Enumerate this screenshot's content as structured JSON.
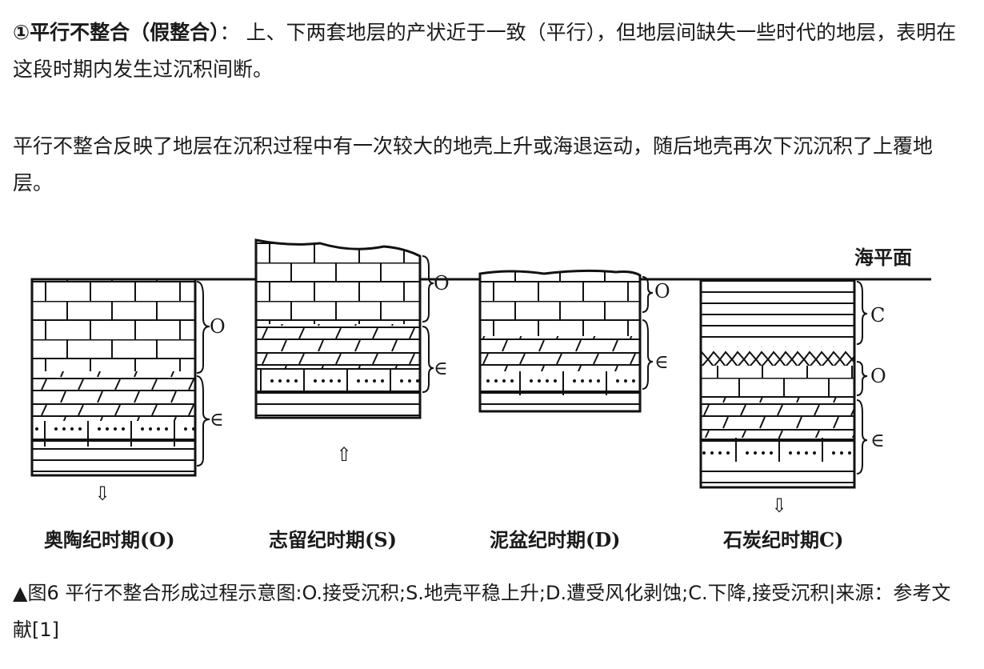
{
  "text": {
    "p1_heading": "①平行不整合（假整合）",
    "p1_body": "：  上、下两套地层的产状近于一致（平行），但地层间缺失一些时代的地层，表明在这段时期内发生过沉积间断。",
    "p2": "平行不整合反映了地层在沉积过程中有一次较大的地壳上升或海退运动，随后地壳再次下沉沉积了上覆地层。"
  },
  "figure": {
    "sea_level_label": "海平面",
    "panels": [
      {
        "label": "奥陶纪时期(O)",
        "layers": [
          "O",
          "∈"
        ],
        "arrow": "⇩"
      },
      {
        "label": "志留纪时期(S)",
        "layers": [
          "O",
          "∈"
        ],
        "arrow": "⇧"
      },
      {
        "label": "泥盆纪时期(D)",
        "layers": [
          "O",
          "∈"
        ],
        "arrow": ""
      },
      {
        "label": "石炭纪时期C)",
        "layers": [
          "C",
          "O",
          "∈"
        ],
        "arrow": "⇩"
      }
    ]
  },
  "caption": "▲图6 平行不整合形成过程示意图:O.接受沉积;S.地壳平稳上升;D.遭受风化剥蚀;C.下降,接受沉积|来源：参考文献[1]"
}
